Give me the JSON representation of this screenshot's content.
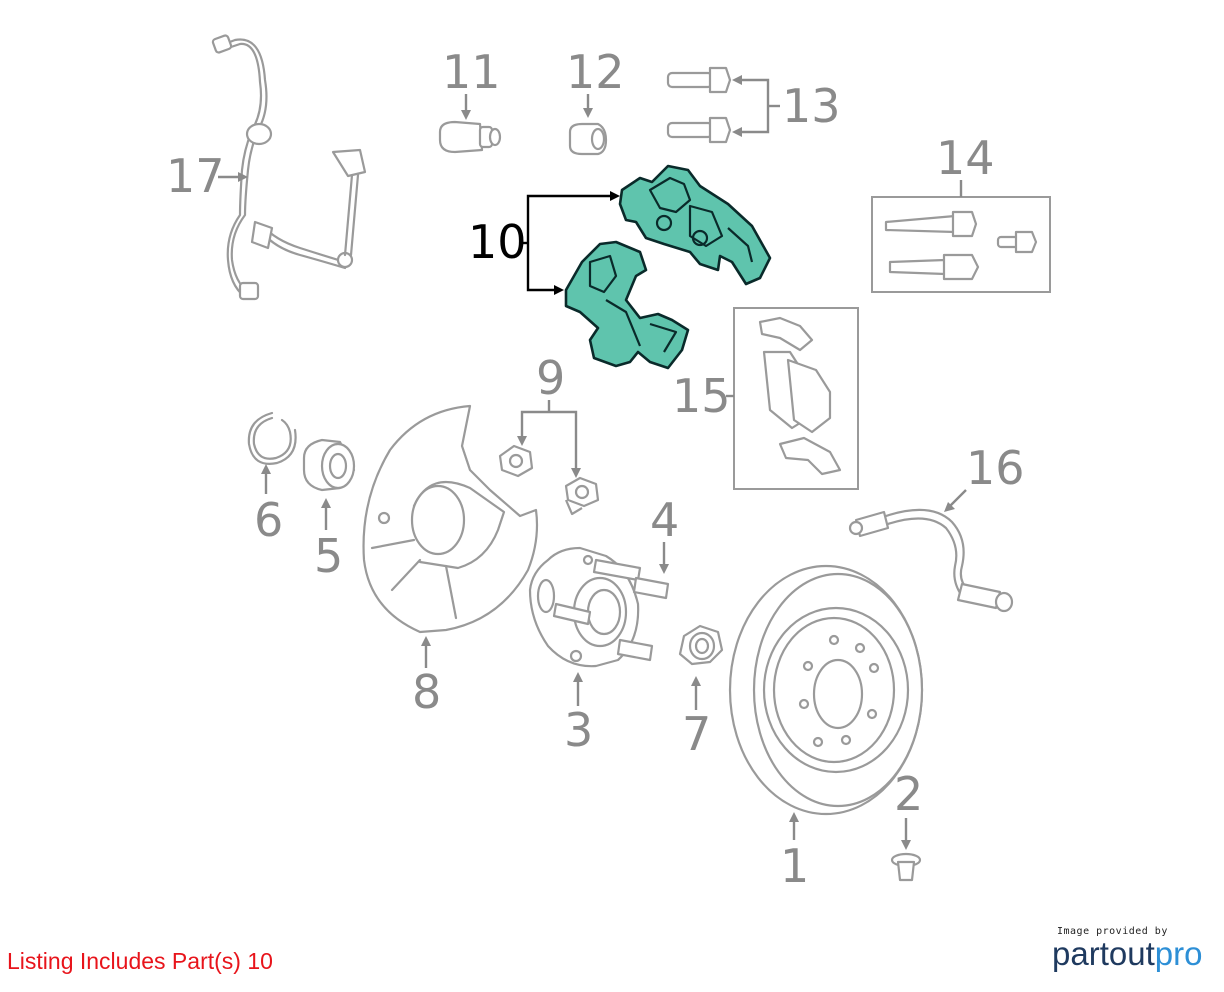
{
  "callouts": [
    "1",
    "2",
    "3",
    "4",
    "5",
    "6",
    "7",
    "8",
    "9",
    "10",
    "11",
    "12",
    "13",
    "14",
    "15",
    "16",
    "17"
  ],
  "highlighted_part": "10",
  "highlight_color": "#5fc4ad",
  "callout_color": "#8a8a8a",
  "footer": {
    "listing_note": "Listing Includes Part(s) 10",
    "listing_color": "#e8141b",
    "credit_line": "Image provided by",
    "brand_part1": "partout",
    "brand_part2": "pro"
  }
}
